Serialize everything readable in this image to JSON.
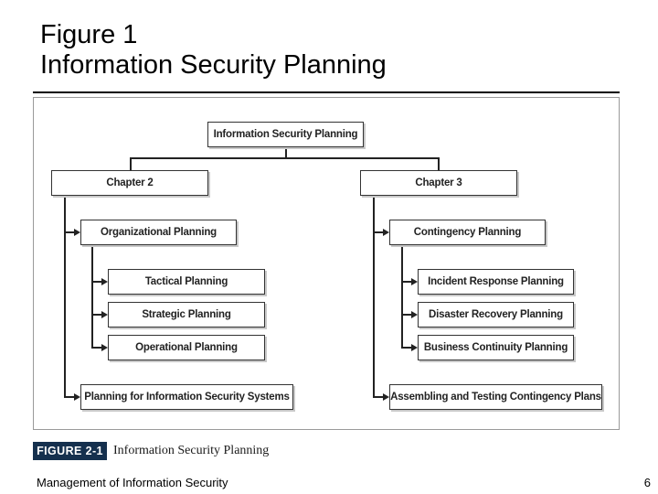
{
  "slide": {
    "title_line1": "Figure 1",
    "title_line2": "Information Security Planning"
  },
  "diagram": {
    "root": "Information Security Planning",
    "left": {
      "chapter": "Chapter 2",
      "group": "Organizational Planning",
      "items": [
        "Tactical Planning",
        "Strategic Planning",
        "Operational Planning"
      ],
      "final": "Planning for Information Security Systems"
    },
    "right": {
      "chapter": "Chapter 3",
      "group": "Contingency Planning",
      "items": [
        "Incident Response Planning",
        "Disaster Recovery Planning",
        "Business Continuity Planning"
      ],
      "final": "Assembling and Testing Contingency Plans"
    }
  },
  "caption": {
    "badge": "FIGURE 2-1",
    "text": "Information Security Planning"
  },
  "footer": {
    "left": "Management of Information Security",
    "page": "6"
  },
  "colors": {
    "badge_bg": "#15304e",
    "line": "#222222"
  }
}
